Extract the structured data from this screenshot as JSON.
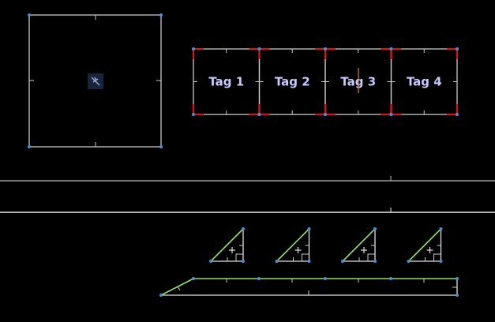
{
  "canvas": {
    "background": "#000000",
    "line_color": "#c8c8c8",
    "grip_color": "#4a8fd8",
    "corner_marker_color": "#d01818",
    "selection_color": "#90e060",
    "label_color": "#c8c8ff"
  },
  "tags": [
    {
      "label": "Tag 1"
    },
    {
      "label": "Tag 2"
    },
    {
      "label": "Tag 3"
    },
    {
      "label": "Tag 4"
    }
  ],
  "icons": {
    "block_symbol": "block-insert-icon",
    "cursor": "text-cursor-icon",
    "base_point": "plus-marker-icon"
  }
}
